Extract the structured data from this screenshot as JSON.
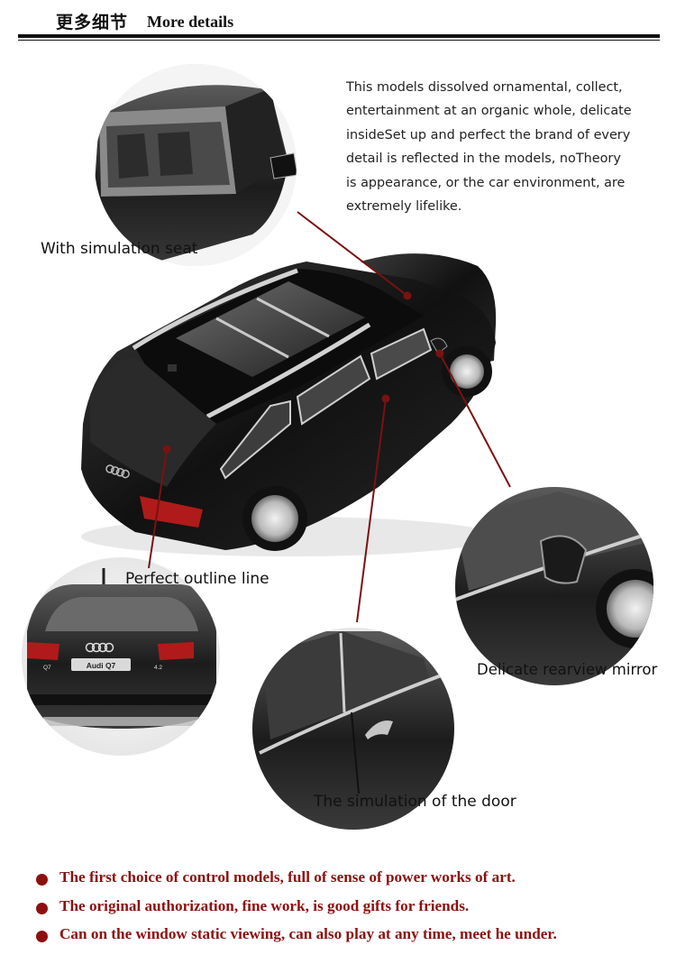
{
  "header": {
    "title_cn": "更多细节",
    "title_en": "More details"
  },
  "intro": {
    "lines": [
      "This models dissolved ornamental, collect,",
      "entertainment at an organic whole, delicate",
      "insideSet up and perfect the brand of every",
      "detail is reflected in the models, noTheory",
      "is appearance, or the car environment, are",
      "extremely lifelike."
    ]
  },
  "callouts": {
    "seat": "With simulation seat",
    "outline": "Perfect outline line",
    "mirror": "Delicate rearview mirror",
    "door": "The simulation of the door"
  },
  "car": {
    "badge": "Audi Q7",
    "badge_left": "Q7",
    "badge_right": "4.2"
  },
  "bullets": [
    "The first choice of control models, full of sense of power works of art.",
    "The original authorization, fine work, is good gifts for friends.",
    "Can on the window static viewing, can also play at any time, meet he under."
  ],
  "colors": {
    "accent": "#8d1010",
    "leader": "#7a1212"
  }
}
